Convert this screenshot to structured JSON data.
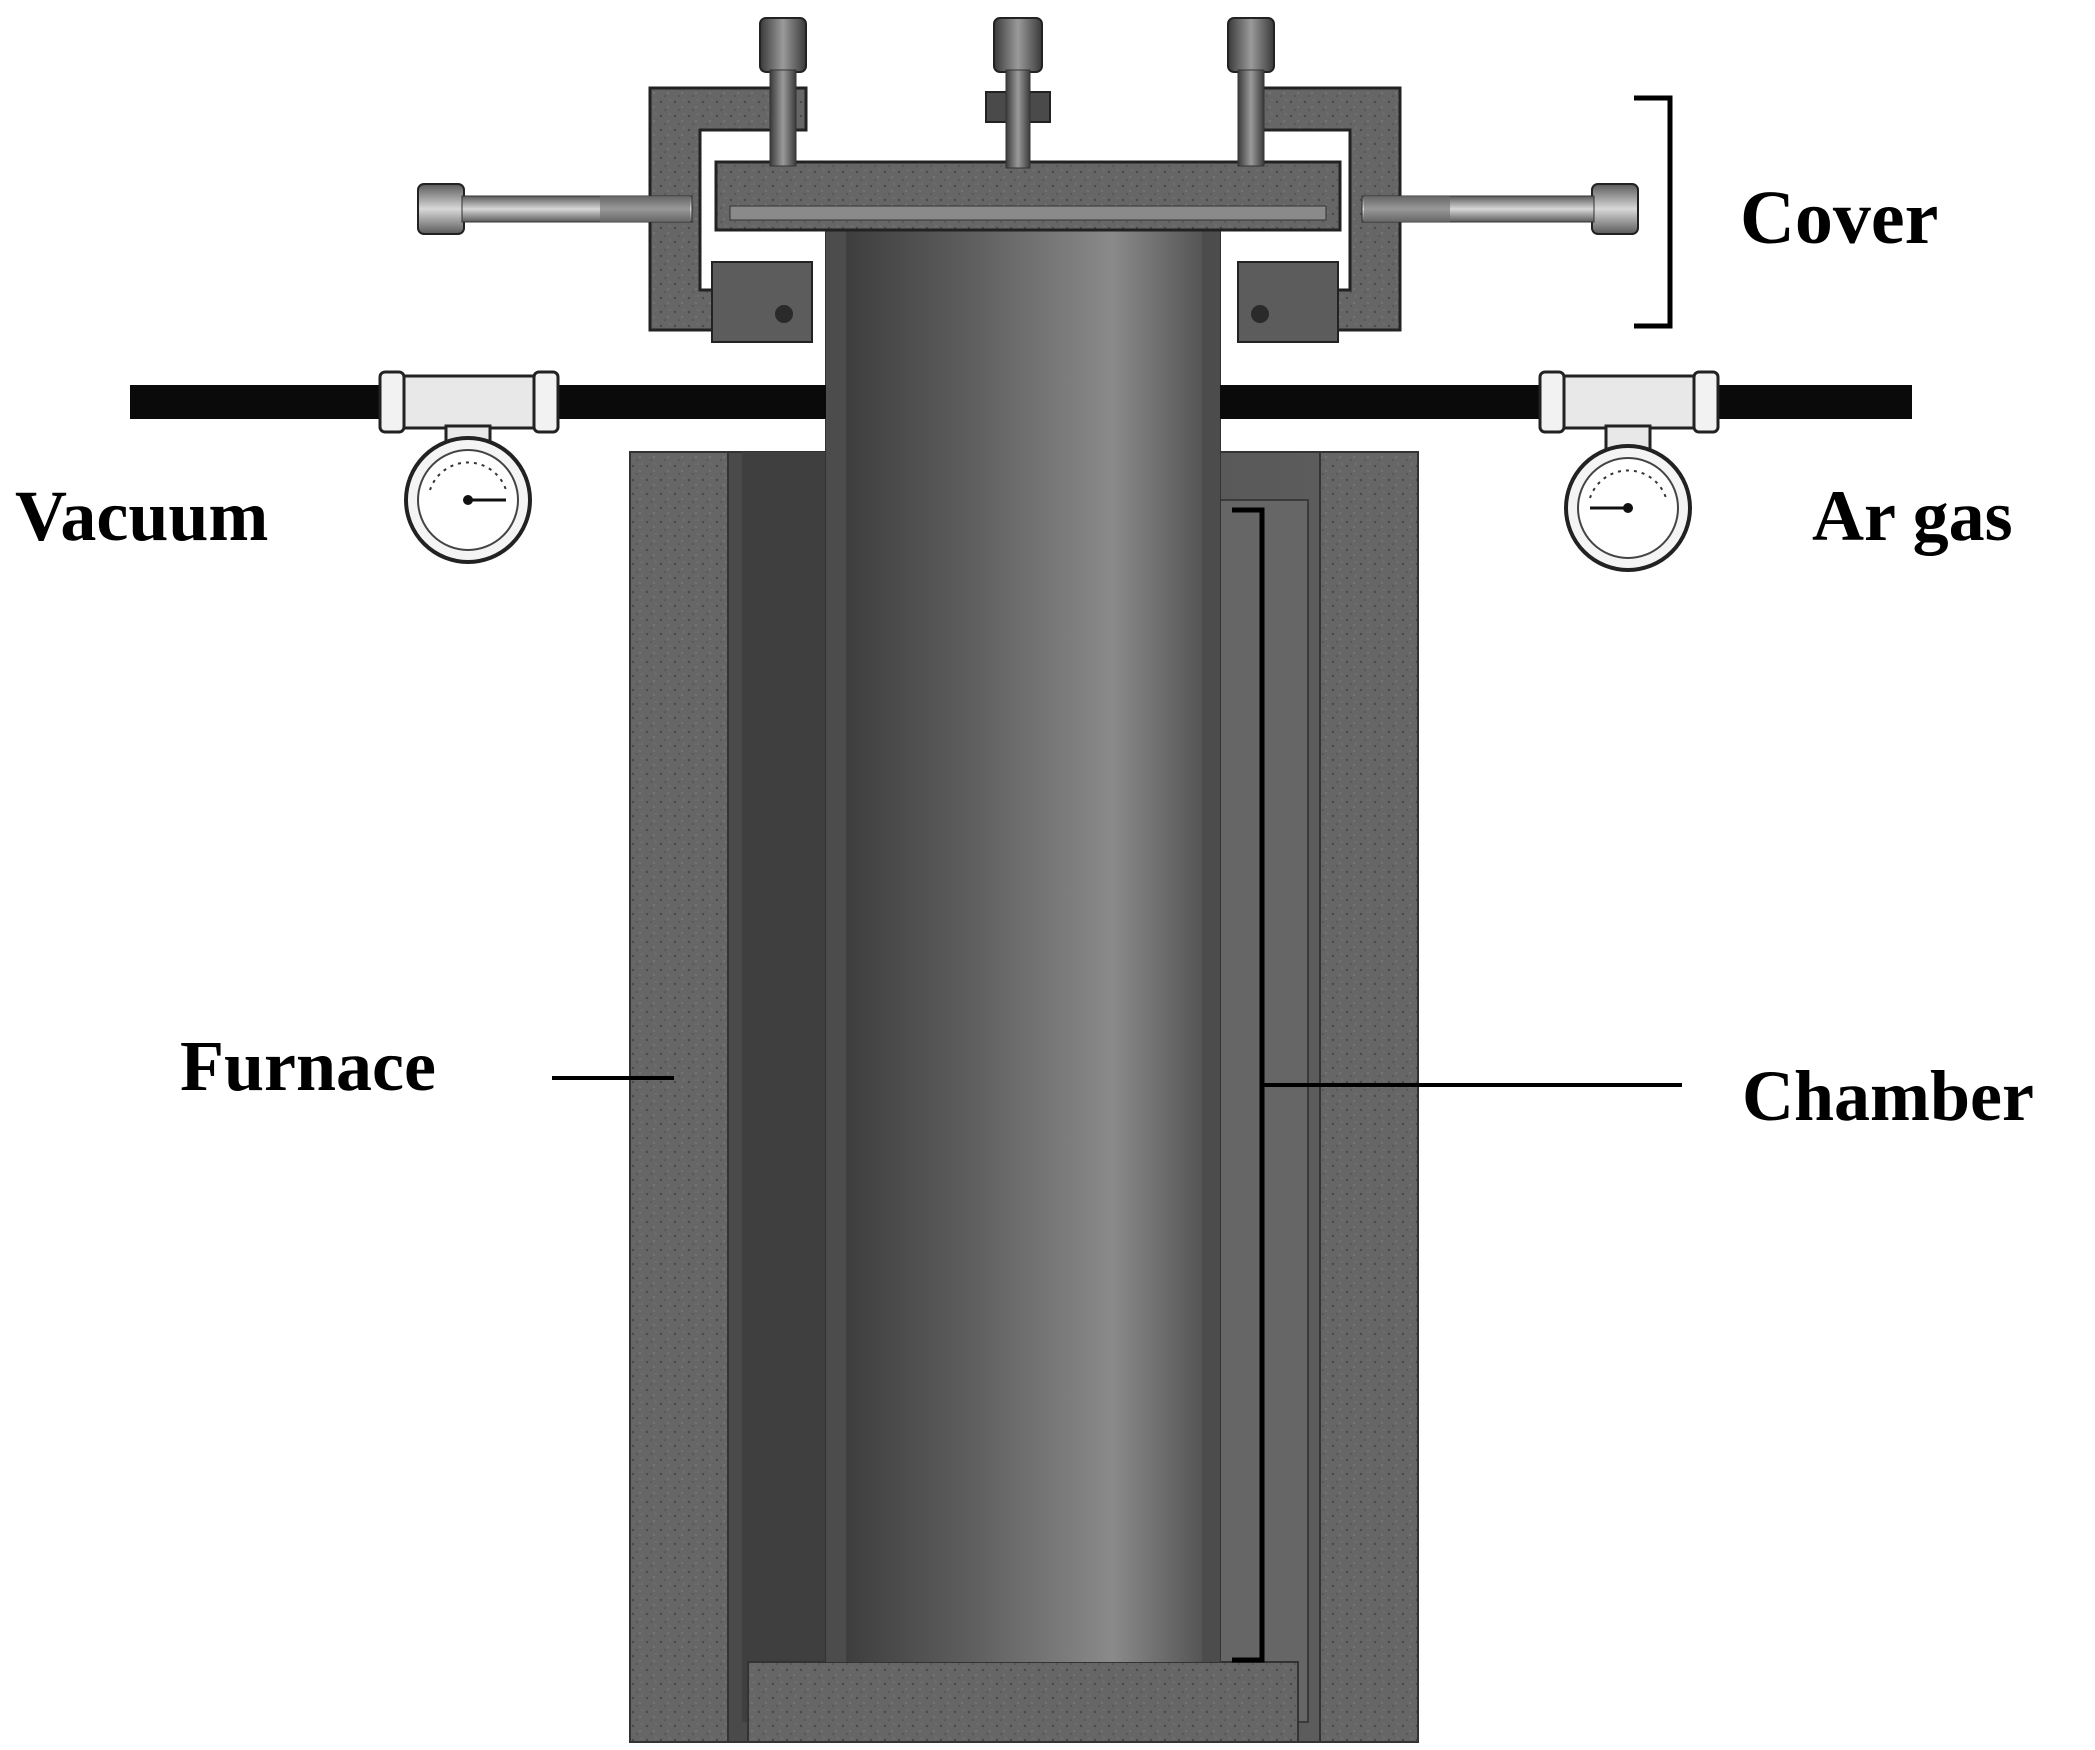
{
  "labels": {
    "cover": "Cover",
    "vacuum": "Vacuum",
    "ar_gas": "Ar gas",
    "furnace": "Furnace",
    "chamber": "Chamber"
  },
  "colors": {
    "furnace_body": "#5f5f5f",
    "furnace_inner": "#4e4e4e",
    "chamber_tube": "#6e6e6e",
    "cover_metal": "#5a5a5a",
    "pipe": "#0a0a0a",
    "fitting": "#e8e8e8"
  }
}
